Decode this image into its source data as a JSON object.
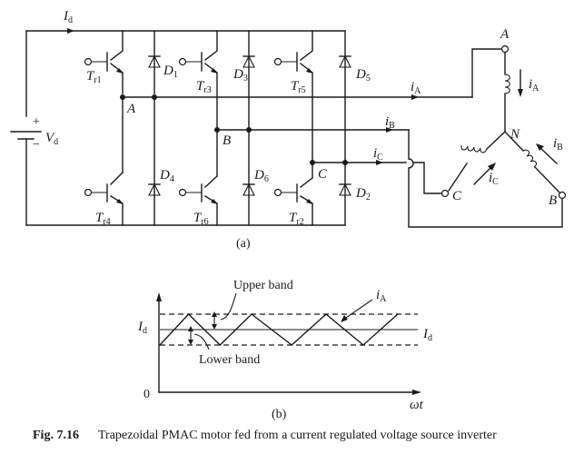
{
  "figure": {
    "number": "Fig. 7.16",
    "caption": "Trapezoidal PMAC motor fed from a current regulated voltage source inverter"
  },
  "circuit": {
    "panel_label": "(a)",
    "source": {
      "label": "V",
      "sub": "d",
      "plus": "+",
      "minus": "−"
    },
    "dc_current": {
      "label": "I",
      "sub": "d"
    },
    "transistors": [
      {
        "label": "T",
        "sub": "r1"
      },
      {
        "label": "T",
        "sub": "r3"
      },
      {
        "label": "T",
        "sub": "r5"
      },
      {
        "label": "T",
        "sub": "r4"
      },
      {
        "label": "T",
        "sub": "r6"
      },
      {
        "label": "T",
        "sub": "r2"
      }
    ],
    "diodes": [
      {
        "label": "D",
        "sub": "1"
      },
      {
        "label": "D",
        "sub": "3"
      },
      {
        "label": "D",
        "sub": "5"
      },
      {
        "label": "D",
        "sub": "4"
      },
      {
        "label": "D",
        "sub": "6"
      },
      {
        "label": "D",
        "sub": "2"
      }
    ],
    "nodes": {
      "a": "A",
      "b": "B",
      "c": "C"
    },
    "line_currents": [
      {
        "label": "i",
        "sub": "A"
      },
      {
        "label": "i",
        "sub": "B"
      },
      {
        "label": "i",
        "sub": "C"
      }
    ],
    "motor": {
      "terminals": {
        "a": "A",
        "b": "B",
        "c": "C"
      },
      "neutral": "N",
      "phase_currents": [
        {
          "label": "i",
          "sub": "A"
        },
        {
          "label": "i",
          "sub": "B"
        },
        {
          "label": "i",
          "sub": "C"
        }
      ]
    }
  },
  "waveform": {
    "panel_label": "(b)",
    "y_label": {
      "label": "I",
      "sub": "d"
    },
    "y_zero": "0",
    "x_label": "ωt",
    "ref_label": {
      "label": "I",
      "sub": "d"
    },
    "current_label": {
      "label": "i",
      "sub": "A"
    },
    "upper_band_label": "Upper band",
    "lower_band_label": "Lower band"
  },
  "chart_data": {
    "type": "line",
    "title": "",
    "xlabel": "ωt",
    "ylabel": "Id",
    "y_ticks": [
      "0",
      "Id"
    ],
    "series": [
      {
        "name": "iA",
        "x": [
          0,
          1.0,
          2.1,
          3.2,
          4.6,
          5.8,
          7.1,
          8.3
        ],
        "values": [
          -1,
          1,
          -1,
          1,
          -1,
          1,
          -1,
          1
        ]
      },
      {
        "name": "Id reference",
        "x": [
          0,
          9
        ],
        "values": [
          0,
          0
        ]
      },
      {
        "name": "Upper band",
        "x": [
          0,
          9
        ],
        "values": [
          1,
          1
        ]
      },
      {
        "name": "Lower band",
        "x": [
          0,
          9
        ],
        "values": [
          -1,
          -1
        ]
      }
    ],
    "annotations": [
      "Upper band",
      "Lower band",
      "iA",
      "Id"
    ]
  }
}
